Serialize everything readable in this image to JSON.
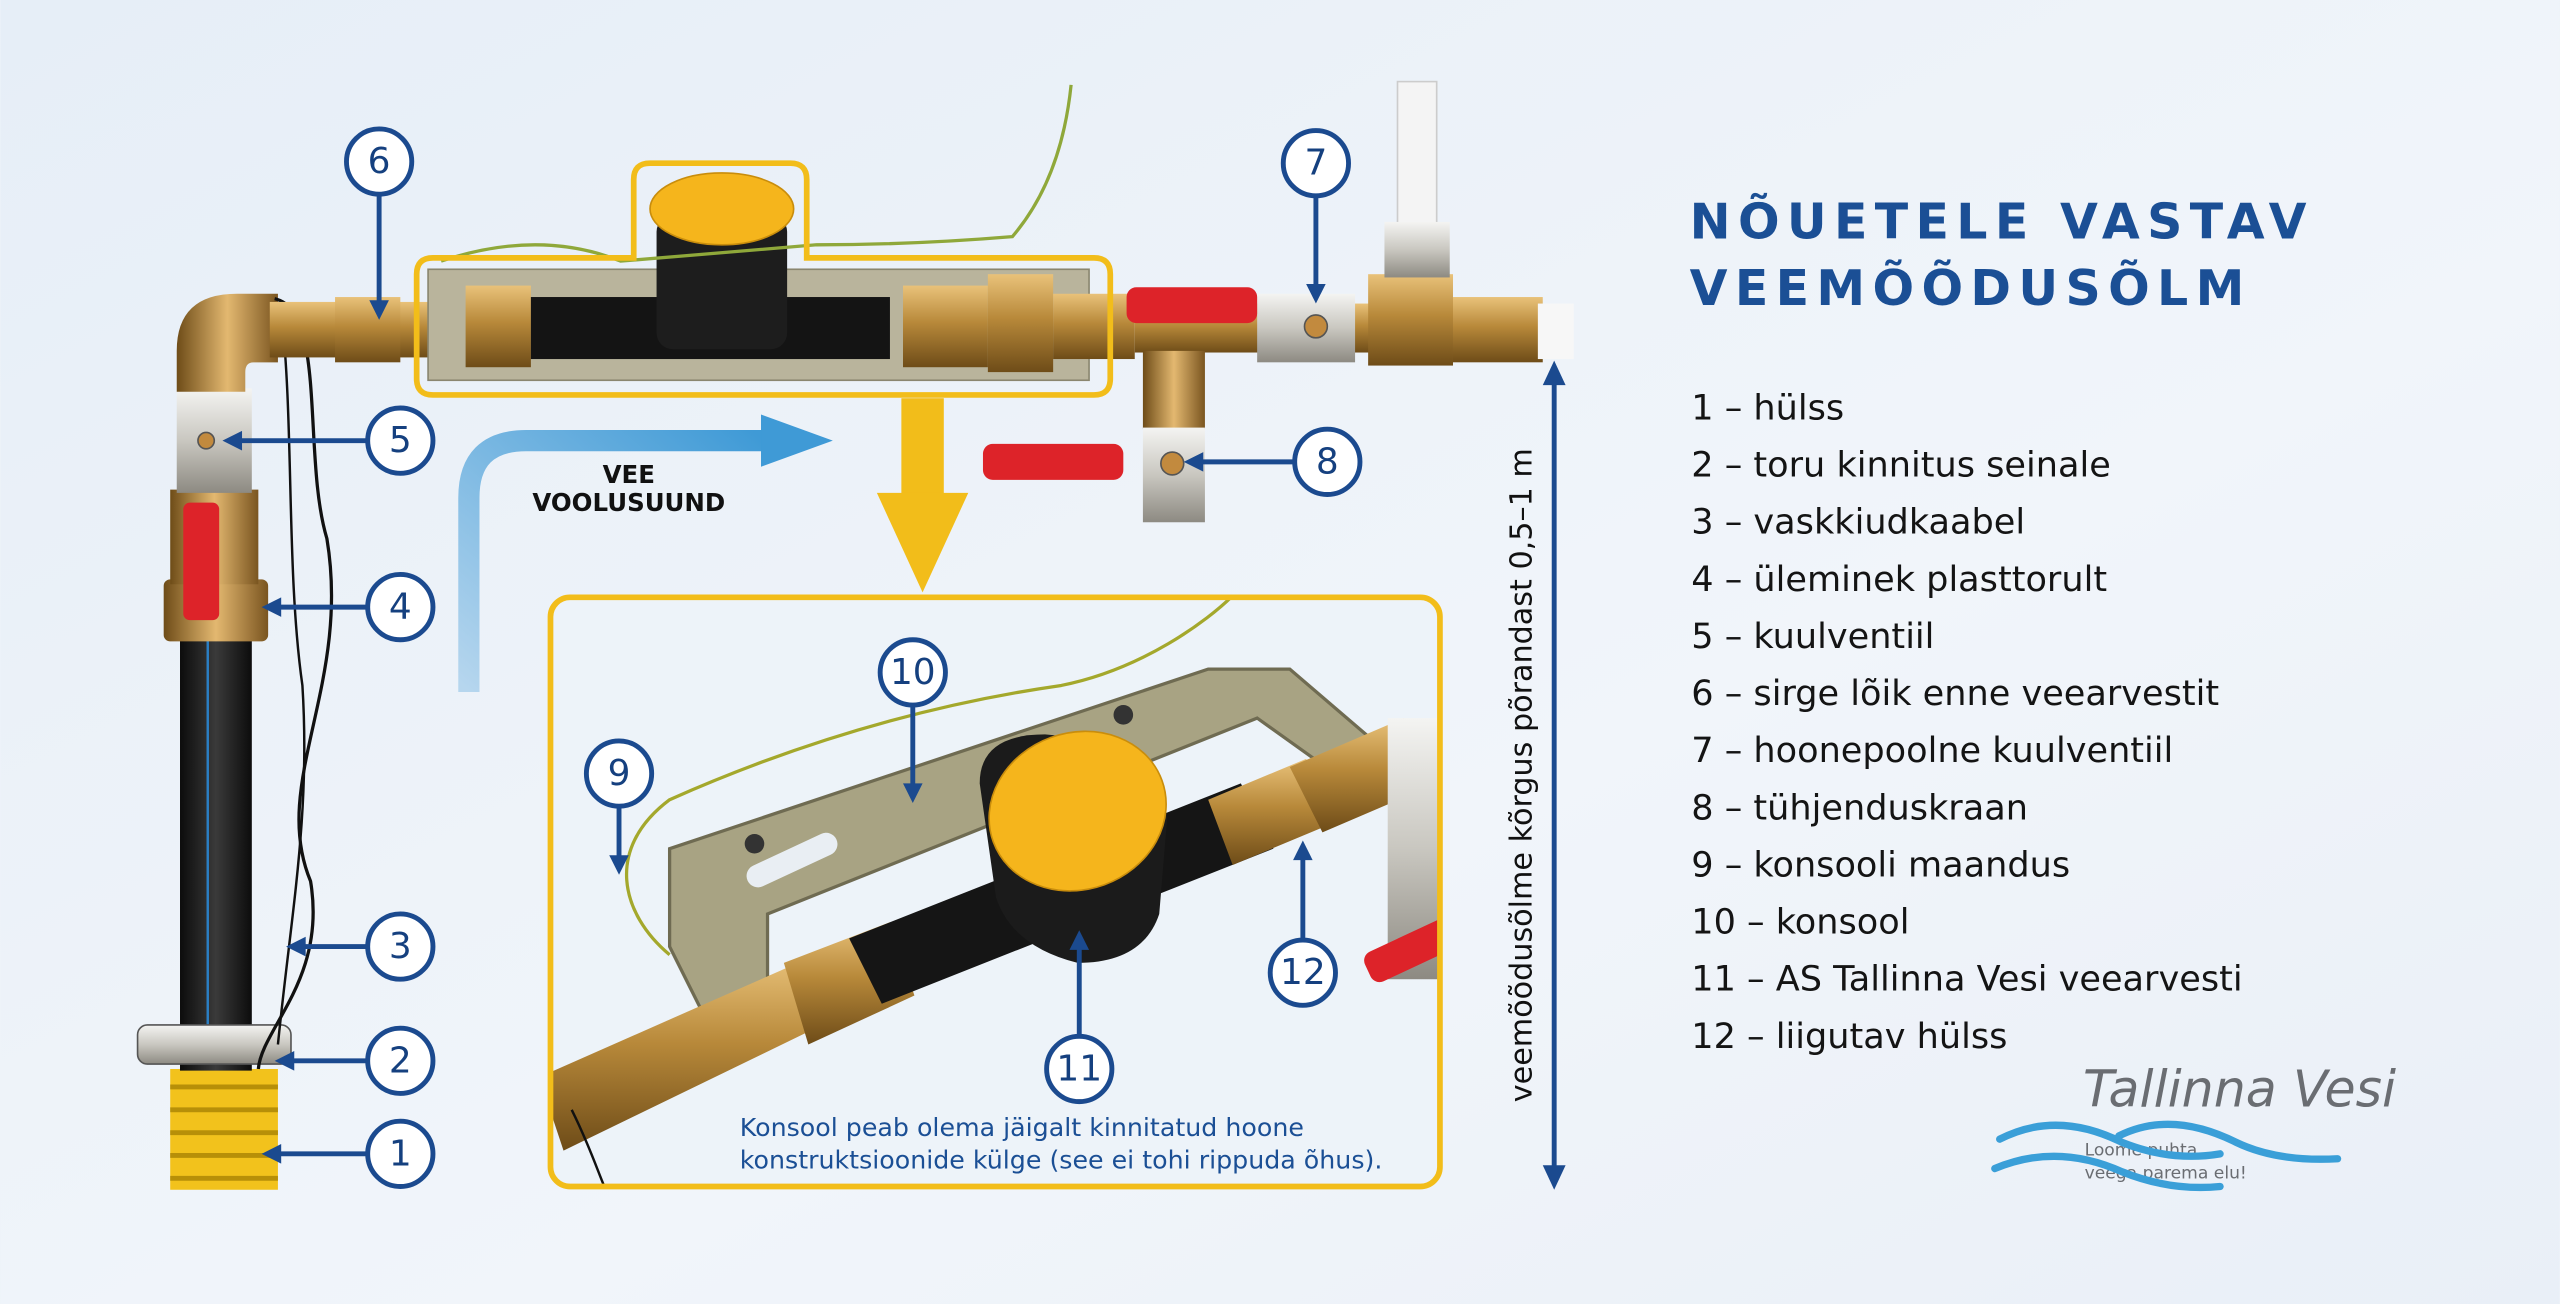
{
  "title": {
    "line1": "NÕUETELE VASTAV",
    "line2": "VEEMÕÕDUSÕLM"
  },
  "legend": [
    "1 – hülss",
    "2 – toru kinnitus seinale",
    "3 – vaskkiudkaabel",
    "4 – üleminek plasttorult",
    "5 – kuulventiil",
    "6 – sirge lõik enne veearvestit",
    "7 – hoonepoolne kuulventiil",
    "8 – tühjenduskraan",
    "9 – konsooli maandus",
    "10 – konsool",
    "11 – AS Tallinna Vesi veearvesti",
    "12 – liigutav hülss"
  ],
  "callouts": [
    "1",
    "2",
    "3",
    "4",
    "5",
    "6",
    "7",
    "8",
    "9",
    "10",
    "11",
    "12"
  ],
  "flow_label": {
    "line1": "VEE",
    "line2": "VOOLUSUUND"
  },
  "caption": {
    "line1": "Konsool peab olema jäigalt kinnitatud hoone",
    "line2": "konstruktsioonide külge (see ei tohi rippuda õhus)."
  },
  "height_label": "veemõõdusõlme kõrgus põrandast 0,5–1 m",
  "logo": {
    "name": "Tallinna Vesi",
    "tagline1": "Loome puhta",
    "tagline2": "veega parema elu!"
  },
  "colors": {
    "title": "#1b4f95",
    "callout": "#1b4a8f",
    "frame": "#f2bd1a",
    "flow": "#3f9ad6",
    "valve_handle": "#e0262b",
    "brass": "#b8893a"
  }
}
